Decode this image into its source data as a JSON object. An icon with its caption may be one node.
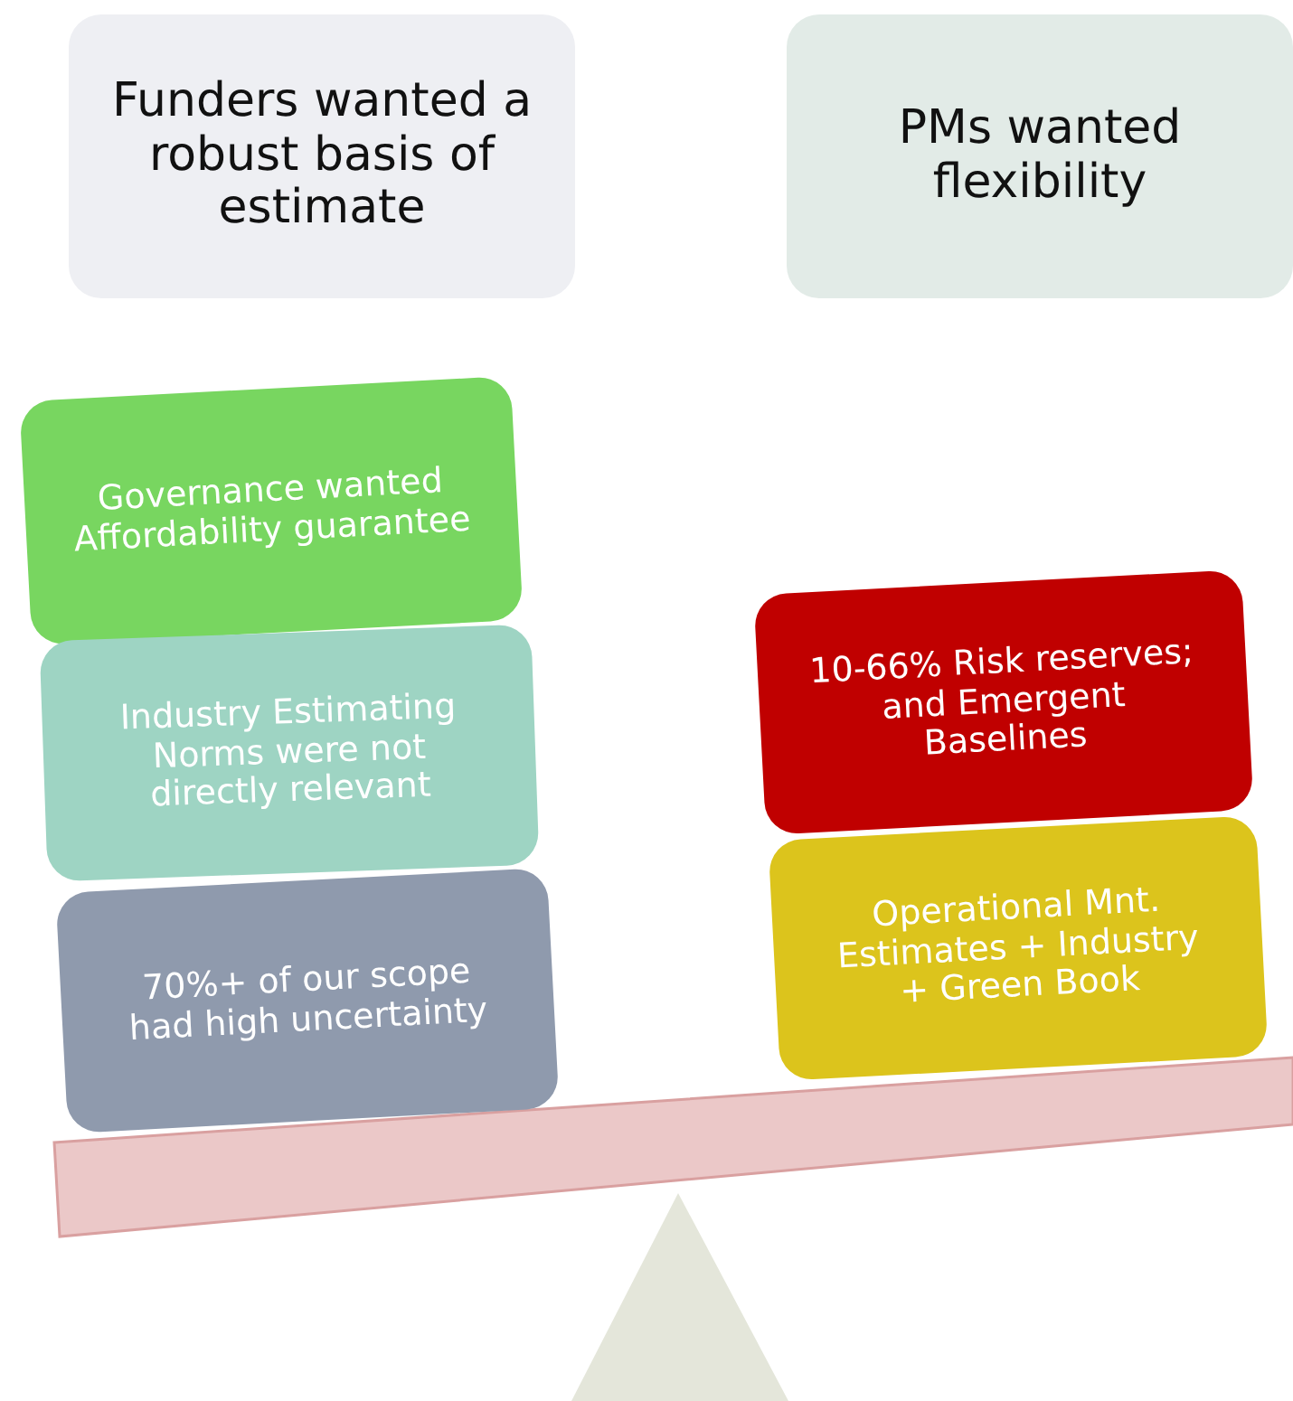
{
  "diagram": {
    "nodes": [
      {
        "text": [
          "Funders wanted a robust basis of estimate"
        ]
      },
      {
        "text": [
          "PMs wanted flexibility"
        ]
      },
      {
        "text": [
          "Governance wanted Affordability guarantee"
        ]
      },
      {
        "text": [
          "Industry Estimating Norms were not directly relevant"
        ]
      },
      {
        "text": [
          "70%+ of our scope had high uncertainty"
        ]
      },
      {
        "text": [
          "10-66% Risk reserves; and Emergent Baselines"
        ]
      },
      {
        "text": [
          "Operational Mnt. Estimates + Industry + Green Book"
        ]
      }
    ]
  }
}
